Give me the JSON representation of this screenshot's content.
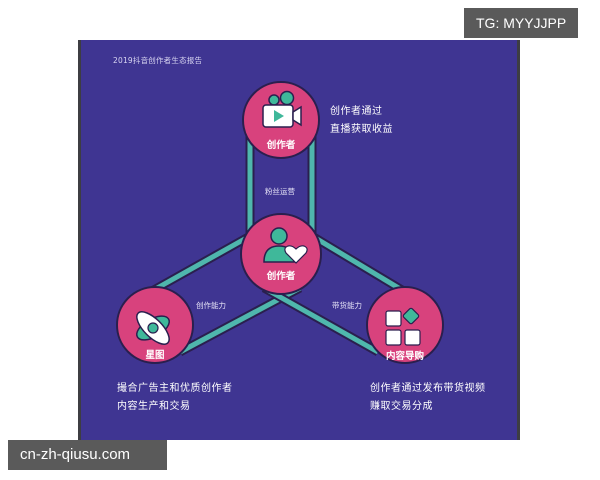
{
  "header": {
    "title": "2019抖音创作者生态报告"
  },
  "nodes": {
    "top": {
      "label": "创作者",
      "icon": "video-camera-icon"
    },
    "center": {
      "label": "创作者",
      "icon": "person-heart-icon"
    },
    "left": {
      "label": "星图",
      "icon": "planet-orbit-icon"
    },
    "right": {
      "label": "内容导购",
      "icon": "app-grid-icon"
    }
  },
  "edges": {
    "top_center": "粉丝运营",
    "center_left": "创作能力",
    "center_right": "带货能力"
  },
  "descriptions": {
    "top": [
      "创作者通过",
      "直播获取收益"
    ],
    "left": [
      "撮合广告主和优质创作者",
      "内容生产和交易"
    ],
    "right": [
      "创作者通过发布带货视频",
      "赚取交易分成"
    ]
  },
  "watermarks": {
    "top_right": "TG: MYYJJPP",
    "bottom_left": "cn-zh-qiusu.com"
  },
  "colors": {
    "background": "#3f3592",
    "node_fill": "#d8427d",
    "connector": "#4fb7ad",
    "outline": "#2a1f4e",
    "icon_teal": "#3fb89a",
    "icon_white": "#ffffff"
  }
}
